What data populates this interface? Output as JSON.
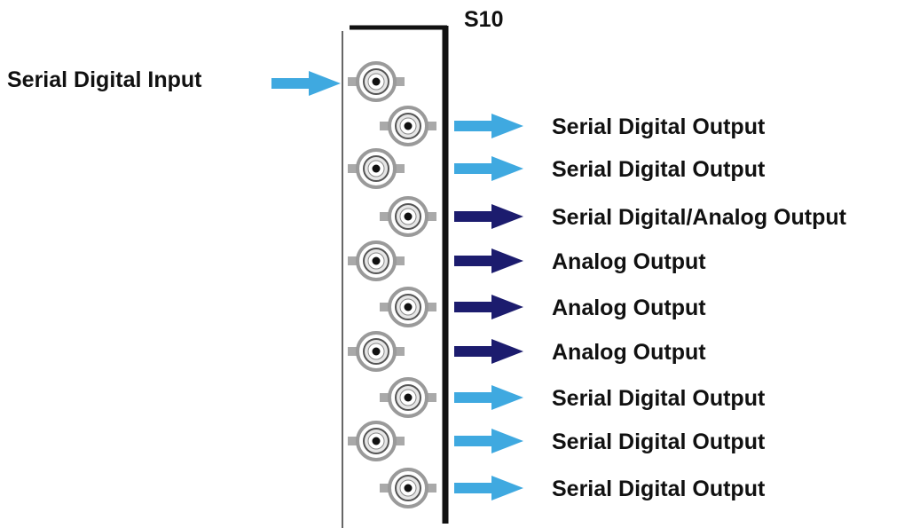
{
  "panel": {
    "title": "S10"
  },
  "input": {
    "label": "Serial Digital Input",
    "arrow_color": "#3fa9e0"
  },
  "outputs": [
    {
      "label": "Serial Digital Output",
      "kind": "digital"
    },
    {
      "label": "Serial Digital Output",
      "kind": "digital"
    },
    {
      "label": "Serial Digital/Analog Output",
      "kind": "analog"
    },
    {
      "label": "Analog Output",
      "kind": "analog"
    },
    {
      "label": "Analog Output",
      "kind": "analog"
    },
    {
      "label": "Analog Output",
      "kind": "analog"
    },
    {
      "label": "Serial Digital Output",
      "kind": "digital"
    },
    {
      "label": "Serial Digital Output",
      "kind": "digital"
    },
    {
      "label": "Serial Digital Output",
      "kind": "digital"
    }
  ],
  "colors": {
    "digital_arrow": "#3fa9e0",
    "analog_arrow": "#1c1c6e",
    "panel_border": "#111111",
    "connector_ring": "#9a9a9a",
    "connector_face": "#e6e6e6",
    "connector_center": "#111111"
  },
  "icons": {
    "connector": "bnc-connector-icon",
    "arrow": "right-arrow-icon"
  }
}
